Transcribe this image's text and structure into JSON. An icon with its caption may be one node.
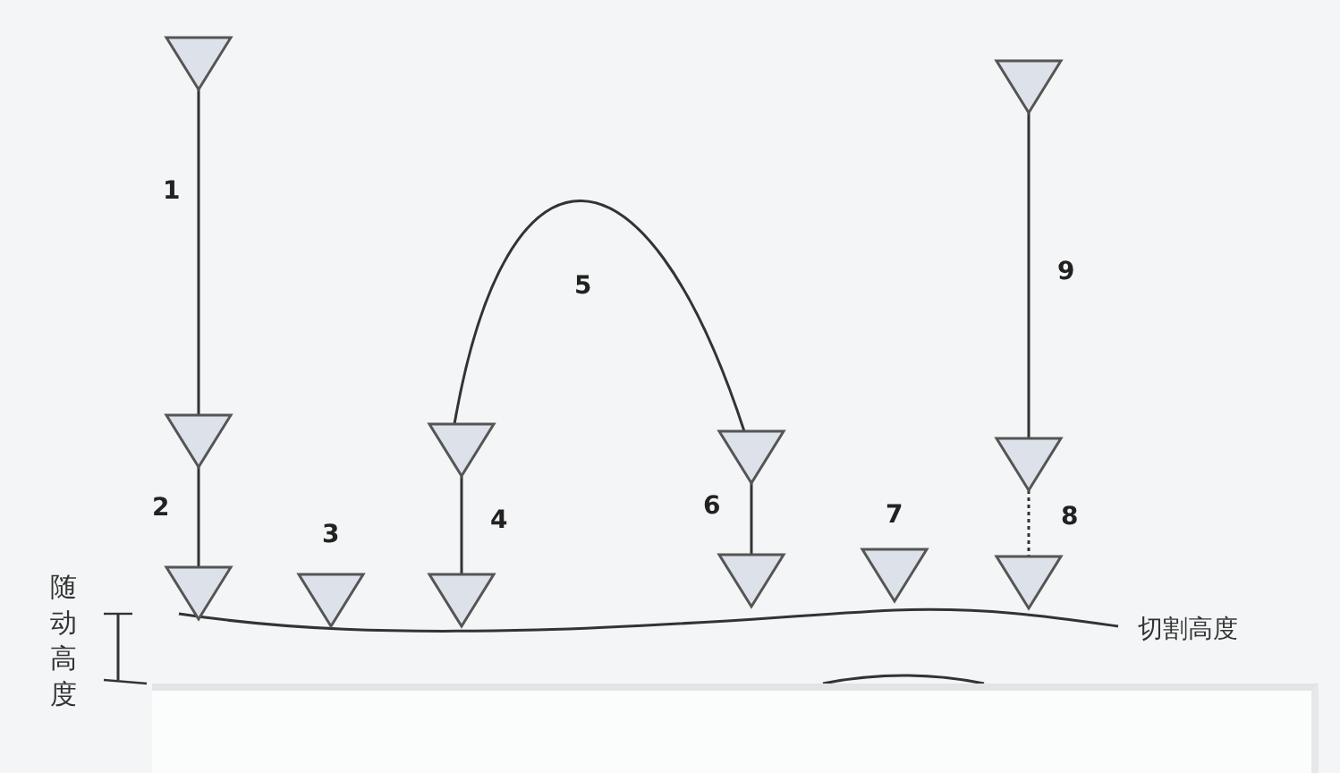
{
  "diagram": {
    "nodes": [
      {
        "text": [],
        "shape": "triangle"
      },
      {
        "text": [],
        "shape": "triangle"
      },
      {
        "text": [],
        "shape": "triangle"
      },
      {
        "text": [],
        "shape": "triangle",
        "beside": [
          "3"
        ]
      },
      {
        "text": [],
        "shape": "triangle"
      },
      {
        "text": [],
        "shape": "triangle"
      },
      {
        "text": [],
        "shape": "triangle"
      },
      {
        "text": [],
        "shape": "triangle"
      },
      {
        "text": [],
        "shape": "triangle",
        "beside": [
          "7"
        ]
      },
      {
        "text": [],
        "shape": "triangle"
      },
      {
        "text": [],
        "shape": "triangle"
      },
      {
        "text": [],
        "shape": "triangle"
      }
    ],
    "edges": [
      {
        "from": 0,
        "to": 1,
        "arrow": "none",
        "label": "1"
      },
      {
        "from": 1,
        "to": 2,
        "arrow": "none",
        "label": "2"
      },
      {
        "from": 5,
        "to": 4,
        "arrow": "none",
        "label": "4"
      },
      {
        "from": 5,
        "to": 6,
        "arrow": "none",
        "label": "5"
      },
      {
        "from": 6,
        "to": 7,
        "arrow": "none",
        "label": "6"
      },
      {
        "from": 9,
        "to": 10,
        "arrow": "none",
        "label": "9"
      },
      {
        "from": 10,
        "to": 11,
        "arrow": "none",
        "label": "8",
        "style": "dashed"
      }
    ],
    "labels": [
      "随动高度",
      "切割高度"
    ]
  }
}
